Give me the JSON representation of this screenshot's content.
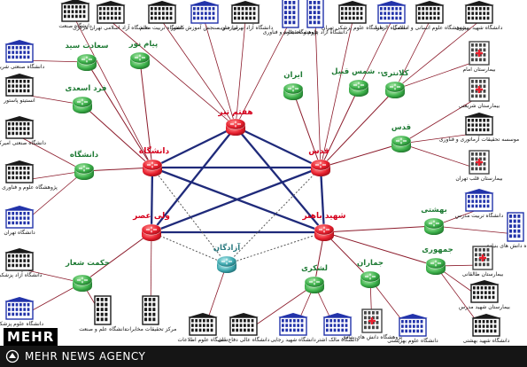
{
  "colors": {
    "core_router": "#e8202e",
    "edge_router": "#3cb04a",
    "special_router": "#3fa9b0",
    "core_link": "#1f2a7a",
    "edge_link": "#8b1a2a",
    "dotted_link": "#555555",
    "building_dark": "#1a1a1a",
    "building_blue": "#2233aa",
    "hospital": "#444444"
  },
  "core_nodes": [
    {
      "id": "c1",
      "label": "هفتم تیر"
    },
    {
      "id": "c2",
      "label": "دانشگاه"
    },
    {
      "id": "c3",
      "label": "قدس"
    },
    {
      "id": "c4",
      "label": "ولی عصر"
    },
    {
      "id": "c5",
      "label": "شهید باهنر"
    }
  ],
  "special_nodes": [
    {
      "id": "s1",
      "label": "آزادگان"
    }
  ],
  "edge_nodes": [
    {
      "id": "e1",
      "label": "سعادت سید"
    },
    {
      "id": "e2",
      "label": "پیام نور"
    },
    {
      "id": "e3",
      "label": "فرد اسعدی"
    },
    {
      "id": "e4",
      "label": "دانشگاه"
    },
    {
      "id": "e5",
      "label": "حکمت شعار"
    },
    {
      "id": "e6",
      "label": "ایران"
    },
    {
      "id": "e7",
      "label": "شمس قبیل ..."
    },
    {
      "id": "e8",
      "label": "کلانتری"
    },
    {
      "id": "e9",
      "label": "قدس"
    },
    {
      "id": "e10",
      "label": "بهشتی"
    },
    {
      "id": "e11",
      "label": "جمهوری"
    },
    {
      "id": "e12",
      "label": "جماران"
    },
    {
      "id": "e13",
      "label": "لشکری"
    }
  ],
  "buildings": [
    {
      "id": "b1",
      "label": "دانشگاه صنعت"
    },
    {
      "id": "b2",
      "label": "دانشگاه آزاد اسلامی تهران مرکزی"
    },
    {
      "id": "b3",
      "label": "دانشگاه تربیت معلم"
    },
    {
      "id": "b4",
      "label": "سازمان سنجش آموزش کشور"
    },
    {
      "id": "b5",
      "label": "دانشگاه آزاد تهران جنوب"
    },
    {
      "id": "b6",
      "label": "پژوهشگاه علوم و فناوری"
    },
    {
      "id": "b7",
      "label": "دانشگاه آزاد علوم و تحقیقات"
    },
    {
      "id": "b8",
      "label": "دانشگاه علوم پزشکی تهران"
    },
    {
      "id": "b9",
      "label": "دانشگاه الزهرا"
    },
    {
      "id": "b10",
      "label": "پژوهشگاه علوم انسانی و اسلامی"
    },
    {
      "id": "b11",
      "label": "دانشگاه شهید بهشتی"
    },
    {
      "id": "b12",
      "label": "دانشگاه صنعتی شریف"
    },
    {
      "id": "b13",
      "label": "انستیتو پاستور"
    },
    {
      "id": "b14",
      "label": "دانشگاه صنعتی امیرکبیر"
    },
    {
      "id": "b15",
      "label": "پژوهشگاه علوم و فناوری اطلاعات"
    },
    {
      "id": "b16",
      "label": "دانشگاه تهران"
    },
    {
      "id": "b17",
      "label": "بیمارستان امام"
    },
    {
      "id": "b18",
      "label": "بیمارستان شریعتی"
    },
    {
      "id": "b19",
      "label": "موسسه تحقیقات آرماتوری و فناوری"
    },
    {
      "id": "b20",
      "label": "بیمارستان قلب تهران"
    },
    {
      "id": "b21",
      "label": "دانشگاه تربیت مدرس"
    },
    {
      "id": "b22",
      "label": "پژوهشگاه دانش های بنیادی"
    },
    {
      "id": "b23",
      "label": "بیمارستان طالقانی"
    },
    {
      "id": "b24",
      "label": "دانشگاه شهید بهشتی"
    },
    {
      "id": "b25",
      "label": "دانشگاه علم و صنعت"
    },
    {
      "id": "b26",
      "label": "مرکز تحقیقات مخابرات"
    },
    {
      "id": "b27",
      "label": "دانشگاه علوم اطلاعات"
    },
    {
      "id": "b28",
      "label": "دانشگاه آزاد پزشکی"
    },
    {
      "id": "b29",
      "label": "دانشگاه عالی دفاع ملی"
    },
    {
      "id": "b30",
      "label": "دانشگاه شهید رجایی"
    },
    {
      "id": "b31",
      "label": "دانشگاه مالک اشتر"
    },
    {
      "id": "b32",
      "label": "بیمارستان شهید مدرس"
    },
    {
      "id": "b33",
      "label": "پژوهشگاه دانش های بنیادی"
    },
    {
      "id": "b34",
      "label": "دانشگاه علوم بهزیستی"
    },
    {
      "id": "b35",
      "label": "دانشگاه علوم پزشکی"
    }
  ],
  "footer": {
    "logo": "MEHR",
    "agency": "MEHR NEWS AGENCY"
  }
}
